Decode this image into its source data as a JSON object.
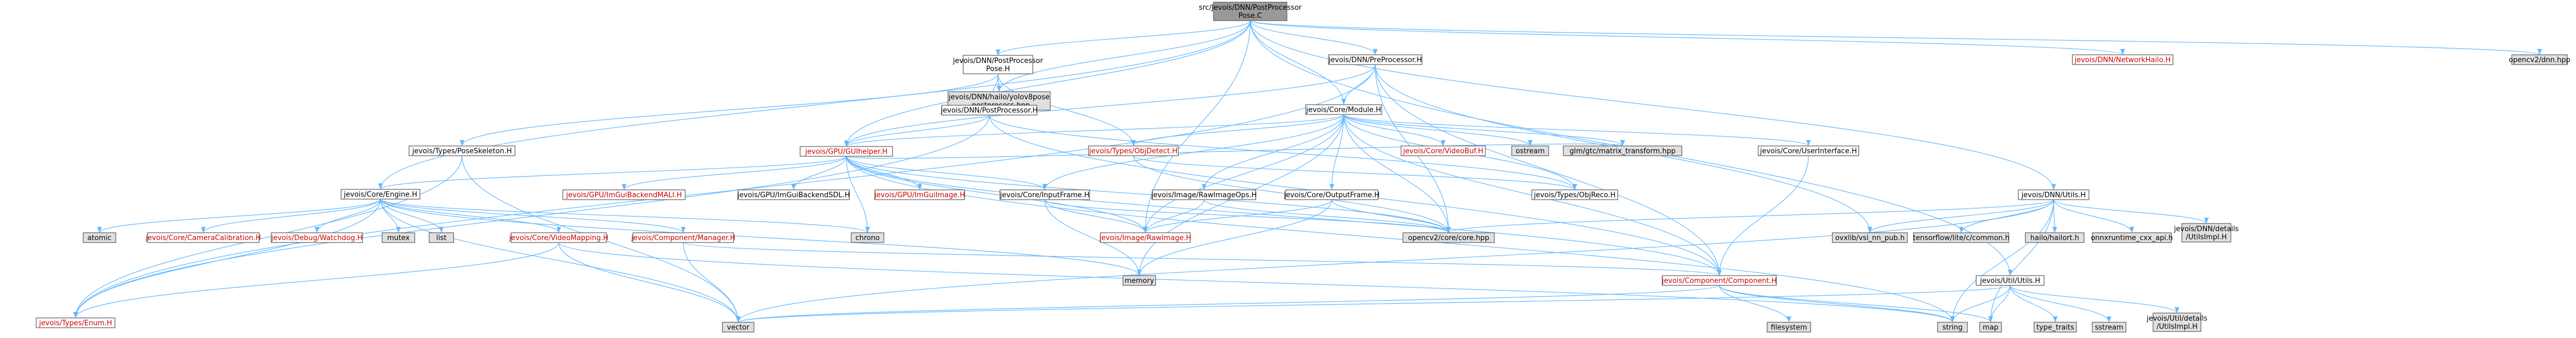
{
  "diagram": {
    "root": "src/Jevois/DNN/PostProcessorPose.C",
    "colors": {
      "root_fill": "#999999",
      "plain_fill": "#ffffff",
      "system_fill": "#e0e0e0",
      "stroke": "#666666",
      "edge": "#63b8ff",
      "red_text": "#cc0000",
      "text": "#000000"
    },
    "nodes": [
      {
        "id": "n_root",
        "lines": [
          "src/Jevois/DNN/PostProcessor",
          "Pose.C"
        ],
        "style": "root"
      },
      {
        "id": "n_pppose",
        "lines": [
          "jevois/DNN/PostProcessor",
          "Pose.H"
        ],
        "style": "plain"
      },
      {
        "id": "n_preproc",
        "lines": [
          "jevois/DNN/PreProcessor.H"
        ],
        "style": "plain"
      },
      {
        "id": "n_nethailo",
        "lines": [
          "jevois/DNN/NetworkHailo.H"
        ],
        "style": "red"
      },
      {
        "id": "n_opencvdnn",
        "lines": [
          "opencv2/dnn.hpp"
        ],
        "style": "system"
      },
      {
        "id": "n_yolov8",
        "lines": [
          "jevois/DNN/hailo/yolov8pose",
          "_postprocess.hpp"
        ],
        "style": "system"
      },
      {
        "id": "n_postproc",
        "lines": [
          "jevois/DNN/PostProcessor.H"
        ],
        "style": "plain"
      },
      {
        "id": "n_module",
        "lines": [
          "jevois/Core/Module.H"
        ],
        "style": "plain"
      },
      {
        "id": "n_poseskel",
        "lines": [
          "jevois/Types/PoseSkeleton.H"
        ],
        "style": "plain"
      },
      {
        "id": "n_guihelper",
        "lines": [
          "jevois/GPU/GUIhelper.H"
        ],
        "style": "red"
      },
      {
        "id": "n_objdetect",
        "lines": [
          "jevois/Types/ObjDetect.H"
        ],
        "style": "red"
      },
      {
        "id": "n_videobuf",
        "lines": [
          "jevois/Core/VideoBuf.H"
        ],
        "style": "red"
      },
      {
        "id": "n_ostream",
        "lines": [
          "ostream"
        ],
        "style": "system"
      },
      {
        "id": "n_glm",
        "lines": [
          "glm/gtc/matrix_transform.hpp"
        ],
        "style": "system"
      },
      {
        "id": "n_userif",
        "lines": [
          "jevois/Core/UserInterface.H"
        ],
        "style": "plain"
      },
      {
        "id": "n_engine",
        "lines": [
          "jevois/Core/Engine.H"
        ],
        "style": "plain"
      },
      {
        "id": "n_imguimali",
        "lines": [
          "jevois/GPU/ImGuiBackendMALI.H"
        ],
        "style": "red"
      },
      {
        "id": "n_imguisdl",
        "lines": [
          "jevois/GPU/ImGuiBackendSDL.H"
        ],
        "style": "plain"
      },
      {
        "id": "n_imguiimage",
        "lines": [
          "jevois/GPU/ImGuiImage.H"
        ],
        "style": "red"
      },
      {
        "id": "n_inputframe",
        "lines": [
          "jevois/Core/InputFrame.H"
        ],
        "style": "plain"
      },
      {
        "id": "n_rawimageops",
        "lines": [
          "jevois/Image/RawImageOps.H"
        ],
        "style": "plain"
      },
      {
        "id": "n_outputframe",
        "lines": [
          "jevois/Core/OutputFrame.H"
        ],
        "style": "plain"
      },
      {
        "id": "n_objreco",
        "lines": [
          "jevois/Types/ObjReco.H"
        ],
        "style": "plain"
      },
      {
        "id": "n_dnnutils",
        "lines": [
          "jevois/DNN/Utils.H"
        ],
        "style": "plain"
      },
      {
        "id": "n_chrono",
        "lines": [
          "chrono"
        ],
        "style": "system"
      },
      {
        "id": "n_atomic",
        "lines": [
          "atomic"
        ],
        "style": "system"
      },
      {
        "id": "n_camcal",
        "lines": [
          "jevois/Core/CameraCalibration.H"
        ],
        "style": "red"
      },
      {
        "id": "n_watchdog",
        "lines": [
          "jevois/Debug/Watchdog.H"
        ],
        "style": "red"
      },
      {
        "id": "n_mutex",
        "lines": [
          "mutex"
        ],
        "style": "system"
      },
      {
        "id": "n_list",
        "lines": [
          "list"
        ],
        "style": "system"
      },
      {
        "id": "n_videomap",
        "lines": [
          "jevois/Core/VideoMapping.H"
        ],
        "style": "red"
      },
      {
        "id": "n_compmgr",
        "lines": [
          "jevois/Component/Manager.H"
        ],
        "style": "red"
      },
      {
        "id": "n_rawimage",
        "lines": [
          "jevois/Image/RawImage.H"
        ],
        "style": "red"
      },
      {
        "id": "n_opencvcore",
        "lines": [
          "opencv2/core/core.hpp"
        ],
        "style": "system"
      },
      {
        "id": "n_ovxlib",
        "lines": [
          "ovxlib/vsi_nn_pub.h"
        ],
        "style": "system"
      },
      {
        "id": "n_tflite",
        "lines": [
          "tensorflow/lite/c/common.h"
        ],
        "style": "system"
      },
      {
        "id": "n_hailort",
        "lines": [
          "hailo/hailort.h"
        ],
        "style": "system"
      },
      {
        "id": "n_onnx",
        "lines": [
          "onnxruntime_cxx_api.h"
        ],
        "style": "system"
      },
      {
        "id": "n_dnndetails",
        "lines": [
          "jevois/DNN/details",
          "/UtilsImpl.H"
        ],
        "style": "system"
      },
      {
        "id": "n_memory",
        "lines": [
          "memory"
        ],
        "style": "system"
      },
      {
        "id": "n_component",
        "lines": [
          "jevois/Component/Component.H"
        ],
        "style": "red"
      },
      {
        "id": "n_utilutils",
        "lines": [
          "jevois/Util/Utils.H"
        ],
        "style": "plain"
      },
      {
        "id": "n_enum",
        "lines": [
          "jevois/Types/Enum.H"
        ],
        "style": "red"
      },
      {
        "id": "n_vector",
        "lines": [
          "vector"
        ],
        "style": "system"
      },
      {
        "id": "n_string",
        "lines": [
          "string"
        ],
        "style": "system"
      },
      {
        "id": "n_map",
        "lines": [
          "map"
        ],
        "style": "system"
      },
      {
        "id": "n_filesystem",
        "lines": [
          "filesystem"
        ],
        "style": "system"
      },
      {
        "id": "n_typetraits",
        "lines": [
          "type_traits"
        ],
        "style": "system"
      },
      {
        "id": "n_sstream",
        "lines": [
          "sstream"
        ],
        "style": "system"
      },
      {
        "id": "n_utildetails",
        "lines": [
          "jevois/Util/details",
          "/UtilsImpl.H"
        ],
        "style": "system"
      }
    ],
    "edges": [
      [
        "n_root",
        "n_pppose"
      ],
      [
        "n_root",
        "n_preproc"
      ],
      [
        "n_root",
        "n_nethailo"
      ],
      [
        "n_root",
        "n_opencvdnn"
      ],
      [
        "n_root",
        "n_yolov8"
      ],
      [
        "n_root",
        "n_module"
      ],
      [
        "n_root",
        "n_guihelper"
      ],
      [
        "n_root",
        "n_engine"
      ],
      [
        "n_root",
        "n_dnnutils"
      ],
      [
        "n_root",
        "n_utilutils"
      ],
      [
        "n_root",
        "n_rawimage"
      ],
      [
        "n_pppose",
        "n_postproc"
      ],
      [
        "n_pppose",
        "n_yolov8"
      ],
      [
        "n_pppose",
        "n_objdetect"
      ],
      [
        "n_pppose",
        "n_poseskel"
      ],
      [
        "n_preproc",
        "n_module"
      ],
      [
        "n_preproc",
        "n_component"
      ],
      [
        "n_preproc",
        "n_guihelper"
      ],
      [
        "n_preproc",
        "n_opencvcore"
      ],
      [
        "n_preproc",
        "n_ovxlib"
      ],
      [
        "n_preproc",
        "n_enum"
      ],
      [
        "n_postproc",
        "n_guihelper"
      ],
      [
        "n_postproc",
        "n_objreco"
      ],
      [
        "n_postproc",
        "n_component"
      ],
      [
        "n_postproc",
        "n_enum"
      ],
      [
        "n_module",
        "n_videobuf"
      ],
      [
        "n_module",
        "n_ostream"
      ],
      [
        "n_module",
        "n_glm"
      ],
      [
        "n_module",
        "n_userif"
      ],
      [
        "n_module",
        "n_guihelper"
      ],
      [
        "n_module",
        "n_objdetect"
      ],
      [
        "n_module",
        "n_inputframe"
      ],
      [
        "n_module",
        "n_outputframe"
      ],
      [
        "n_module",
        "n_rawimageops"
      ],
      [
        "n_module",
        "n_opencvcore"
      ],
      [
        "n_module",
        "n_rawimage"
      ],
      [
        "n_module",
        "n_memory"
      ],
      [
        "n_module",
        "n_component"
      ],
      [
        "n_module",
        "n_objreco"
      ],
      [
        "n_poseskel",
        "n_enum"
      ],
      [
        "n_poseskel",
        "n_vector"
      ],
      [
        "n_guihelper",
        "n_engine"
      ],
      [
        "n_guihelper",
        "n_imguimali"
      ],
      [
        "n_guihelper",
        "n_imguisdl"
      ],
      [
        "n_guihelper",
        "n_imguiimage"
      ],
      [
        "n_guihelper",
        "n_chrono"
      ],
      [
        "n_guihelper",
        "n_glm"
      ],
      [
        "n_guihelper",
        "n_component"
      ],
      [
        "n_guihelper",
        "n_opencvcore"
      ],
      [
        "n_guihelper",
        "n_inputframe"
      ],
      [
        "n_guihelper",
        "n_rawimage"
      ],
      [
        "n_guihelper",
        "n_string"
      ],
      [
        "n_objdetect",
        "n_objreco"
      ],
      [
        "n_objdetect",
        "n_opencvcore"
      ],
      [
        "n_userif",
        "n_component"
      ],
      [
        "n_engine",
        "n_atomic"
      ],
      [
        "n_engine",
        "n_camcal"
      ],
      [
        "n_engine",
        "n_watchdog"
      ],
      [
        "n_engine",
        "n_mutex"
      ],
      [
        "n_engine",
        "n_list"
      ],
      [
        "n_engine",
        "n_videomap"
      ],
      [
        "n_engine",
        "n_compmgr"
      ],
      [
        "n_engine",
        "n_memory"
      ],
      [
        "n_engine",
        "n_enum"
      ],
      [
        "n_engine",
        "n_vector"
      ],
      [
        "n_engine",
        "n_chrono"
      ],
      [
        "n_inputframe",
        "n_rawimage"
      ],
      [
        "n_inputframe",
        "n_opencvcore"
      ],
      [
        "n_inputframe",
        "n_memory"
      ],
      [
        "n_rawimageops",
        "n_rawimage"
      ],
      [
        "n_rawimageops",
        "n_opencvcore"
      ],
      [
        "n_outputframe",
        "n_rawimage"
      ],
      [
        "n_outputframe",
        "n_opencvcore"
      ],
      [
        "n_outputframe",
        "n_memory"
      ],
      [
        "n_dnnutils",
        "n_ovxlib"
      ],
      [
        "n_dnnutils",
        "n_tflite"
      ],
      [
        "n_dnnutils",
        "n_hailort"
      ],
      [
        "n_dnnutils",
        "n_onnx"
      ],
      [
        "n_dnnutils",
        "n_dnndetails"
      ],
      [
        "n_dnnutils",
        "n_opencvcore"
      ],
      [
        "n_dnnutils",
        "n_string"
      ],
      [
        "n_dnnutils",
        "n_map"
      ],
      [
        "n_dnnutils",
        "n_vector"
      ],
      [
        "n_videomap",
        "n_enum"
      ],
      [
        "n_videomap",
        "n_vector"
      ],
      [
        "n_videomap",
        "n_string"
      ],
      [
        "n_compmgr",
        "n_component"
      ],
      [
        "n_compmgr",
        "n_vector"
      ],
      [
        "n_component",
        "n_vector"
      ],
      [
        "n_component",
        "n_string"
      ],
      [
        "n_component",
        "n_map"
      ],
      [
        "n_component",
        "n_filesystem"
      ],
      [
        "n_utilutils",
        "n_string"
      ],
      [
        "n_utilutils",
        "n_vector"
      ],
      [
        "n_utilutils",
        "n_typetraits"
      ],
      [
        "n_utilutils",
        "n_sstream"
      ],
      [
        "n_utilutils",
        "n_utildetails"
      ],
      [
        "n_utilutils",
        "n_map"
      ]
    ]
  }
}
